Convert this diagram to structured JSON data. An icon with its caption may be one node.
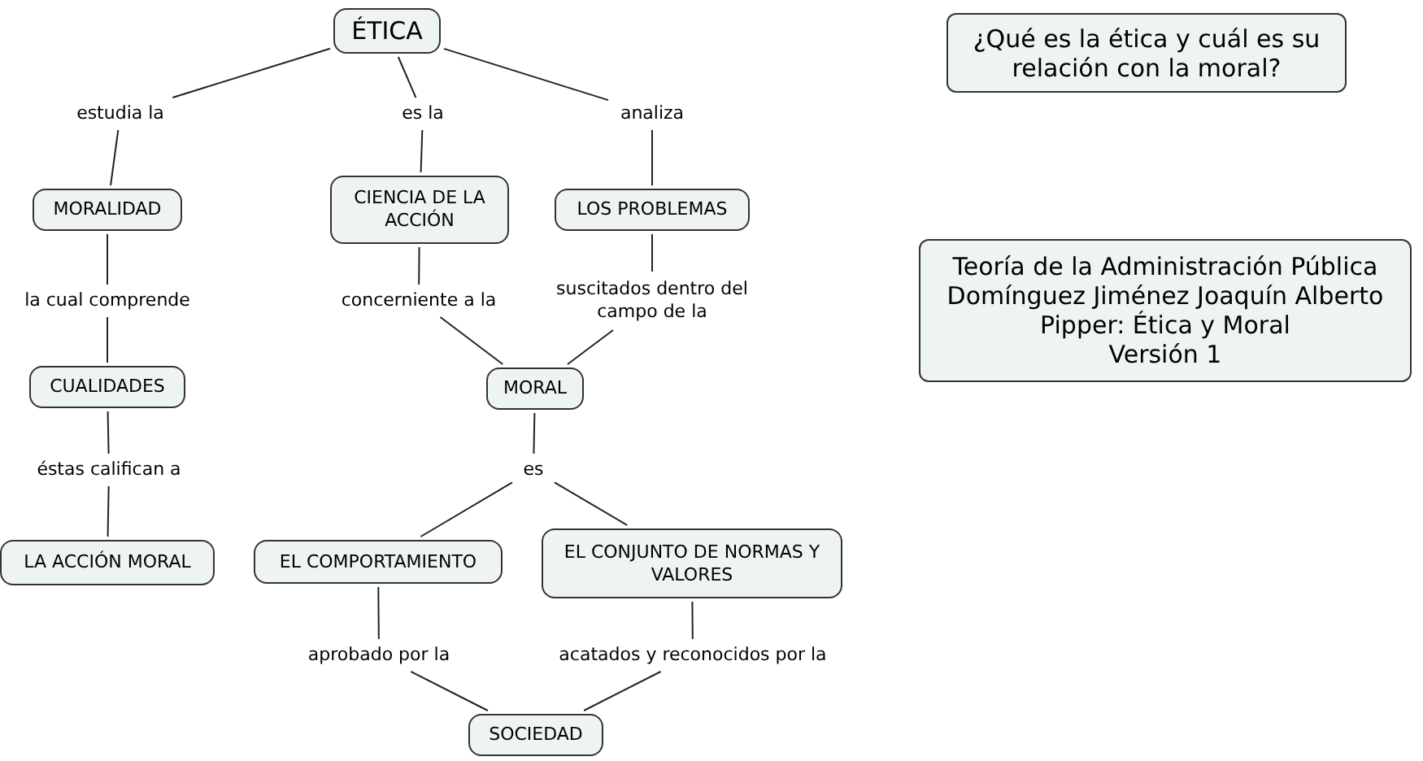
{
  "diagram": {
    "nodes": [
      {
        "text": [
          "ÉTICA"
        ]
      },
      {
        "text": [
          "estudia la"
        ]
      },
      {
        "text": [
          "es la"
        ]
      },
      {
        "text": [
          "analiza"
        ]
      },
      {
        "text": [
          "MORALIDAD"
        ]
      },
      {
        "text": [
          "CIENCIA DE LA ACCIÓN"
        ]
      },
      {
        "text": [
          "LOS PROBLEMAS"
        ]
      },
      {
        "text": [
          "la cual comprende"
        ]
      },
      {
        "text": [
          "concerniente a la"
        ]
      },
      {
        "text": [
          "suscitados dentro del campo de la"
        ]
      },
      {
        "text": [
          "CUALIDADES"
        ]
      },
      {
        "text": [
          "MORAL"
        ]
      },
      {
        "text": [
          "éstas califican a"
        ]
      },
      {
        "text": [
          "es"
        ]
      },
      {
        "text": [
          "LA ACCIÓN MORAL"
        ]
      },
      {
        "text": [
          "EL COMPORTAMIENTO"
        ]
      },
      {
        "text": [
          "EL CONJUNTO DE NORMAS Y VALORES"
        ]
      },
      {
        "text": [
          "aprobado por la"
        ]
      },
      {
        "text": [
          "acatados y reconocidos por la"
        ]
      },
      {
        "text": [
          "SOCIEDAD"
        ]
      },
      {
        "text": [
          "¿Qué es la ética y cuál es su relación con la moral?"
        ]
      },
      {
        "text": [
          "Teoría de la Administración Pública",
          "Domínguez Jiménez Joaquín Alberto",
          "Pipper: Ética y Moral",
          "Versión 1"
        ]
      }
    ],
    "edges": [
      {
        "from": 0,
        "to": 1,
        "arrow": "none"
      },
      {
        "from": 0,
        "to": 2,
        "arrow": "none"
      },
      {
        "from": 0,
        "to": 3,
        "arrow": "none"
      },
      {
        "from": 1,
        "to": 4,
        "arrow": "none"
      },
      {
        "from": 2,
        "to": 5,
        "arrow": "none"
      },
      {
        "from": 3,
        "to": 6,
        "arrow": "none"
      },
      {
        "from": 4,
        "to": 7,
        "arrow": "none"
      },
      {
        "from": 7,
        "to": 10,
        "arrow": "none"
      },
      {
        "from": 10,
        "to": 12,
        "arrow": "none"
      },
      {
        "from": 12,
        "to": 14,
        "arrow": "none"
      },
      {
        "from": 5,
        "to": 8,
        "arrow": "none"
      },
      {
        "from": 8,
        "to": 11,
        "arrow": "none"
      },
      {
        "from": 6,
        "to": 9,
        "arrow": "none"
      },
      {
        "from": 9,
        "to": 11,
        "arrow": "none"
      },
      {
        "from": 11,
        "to": 13,
        "arrow": "none"
      },
      {
        "from": 13,
        "to": 15,
        "arrow": "none"
      },
      {
        "from": 13,
        "to": 16,
        "arrow": "none"
      },
      {
        "from": 15,
        "to": 17,
        "arrow": "none"
      },
      {
        "from": 17,
        "to": 19,
        "arrow": "none"
      },
      {
        "from": 16,
        "to": 18,
        "arrow": "none"
      },
      {
        "from": 18,
        "to": 19,
        "arrow": "none"
      }
    ]
  }
}
